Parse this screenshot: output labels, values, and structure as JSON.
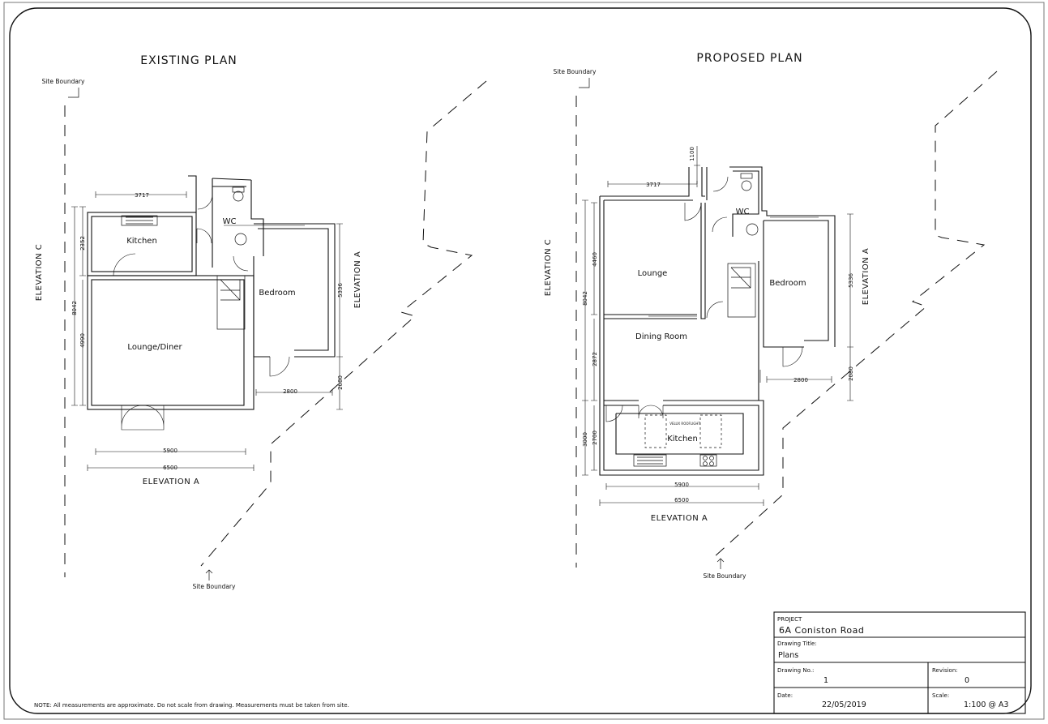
{
  "existing": {
    "title": "EXISTING PLAN",
    "rooms": {
      "kitchen": "Kitchen",
      "wc": "WC",
      "bedroom": "Bedroom",
      "lounge": "Lounge/Diner"
    },
    "dims": {
      "top": "3717",
      "h1": "2352",
      "h2": "4990",
      "total": "8042",
      "bed": "5336",
      "rear": "2080",
      "bedw": "2800",
      "w1": "5900",
      "w2": "6500"
    },
    "elevations": {
      "left": "ELEVATION C",
      "right": "ELEVATION A",
      "bottom": "ELEVATION A"
    },
    "site_top": "Site Boundary",
    "site_bottom": "Site Boundary"
  },
  "proposed": {
    "title": "PROPOSED PLAN",
    "rooms": {
      "lounge": "Lounge",
      "wc": "WC",
      "bedroom": "Bedroom",
      "dining": "Dining Room",
      "kitchen": "Kitchen",
      "rooflight": "VELUX ROOFLIGHT"
    },
    "dims": {
      "top": "3717",
      "wc": "1100",
      "h1": "4460",
      "h2": "2872",
      "total": "8042",
      "k1": "2700",
      "k2": "3000",
      "bed": "5336",
      "rear": "2080",
      "bedw": "2800",
      "w1": "5900",
      "w2": "6500"
    },
    "elevations": {
      "left": "ELEVATION C",
      "right": "ELEVATION A",
      "bottom": "ELEVATION A"
    },
    "site_top": "Site Boundary",
    "site_bottom": "Site Boundary"
  },
  "note": "NOTE: All measurements are approximate. Do not scale from drawing. Measurements must be taken from site.",
  "title_block": {
    "project_label": "PROJECT",
    "project": "6A Coniston Road",
    "drawing_title_label": "Drawing Title:",
    "drawing_title": "Plans",
    "drawing_no_label": "Drawing No.:",
    "drawing_no": "1",
    "revision_label": "Revision:",
    "revision": "0",
    "date_label": "Date:",
    "date": "22/05/2019",
    "scale_label": "Scale:",
    "scale": "1:100 @ A3"
  }
}
